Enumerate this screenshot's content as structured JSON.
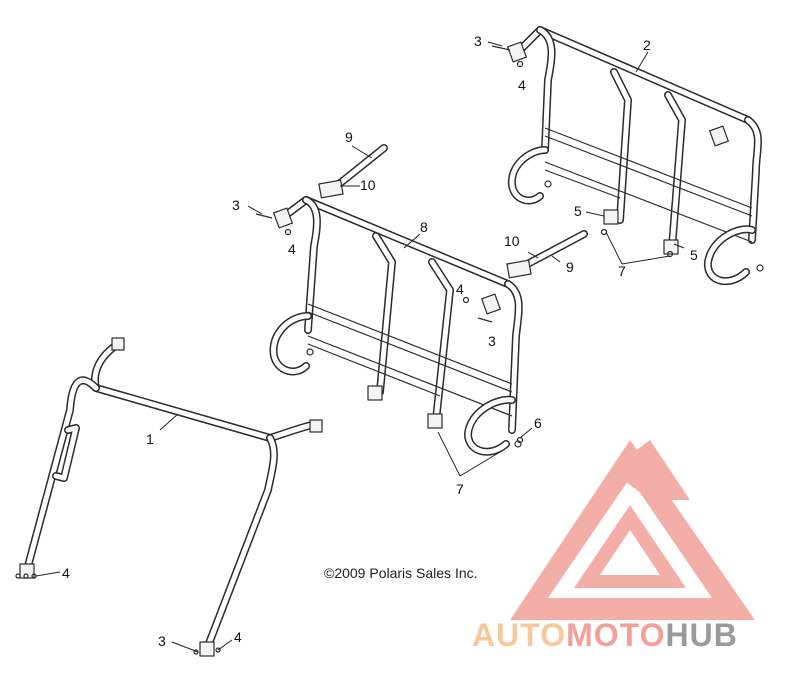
{
  "diagram": {
    "copyright": "©2009 Polaris Sales Inc.",
    "callouts": {
      "c1": "1",
      "c2": "2",
      "c3a": "3",
      "c3b": "3",
      "c3c": "3",
      "c3d": "3",
      "c4a": "4",
      "c4b": "4",
      "c4c": "4",
      "c4d": "4",
      "c4e": "4",
      "c5a": "5",
      "c5b": "5",
      "c6": "6",
      "c7a": "7",
      "c7b": "7",
      "c8": "8",
      "c9a": "9",
      "c9b": "9",
      "c10a": "10",
      "c10b": "10"
    }
  },
  "watermark": {
    "part1": "AUTO",
    "part2": "MOTO",
    "part3": "HUB",
    "color_accent": "#f2a09a",
    "color_orange": "#f6c89a",
    "color_gray": "#9a9a9a"
  }
}
